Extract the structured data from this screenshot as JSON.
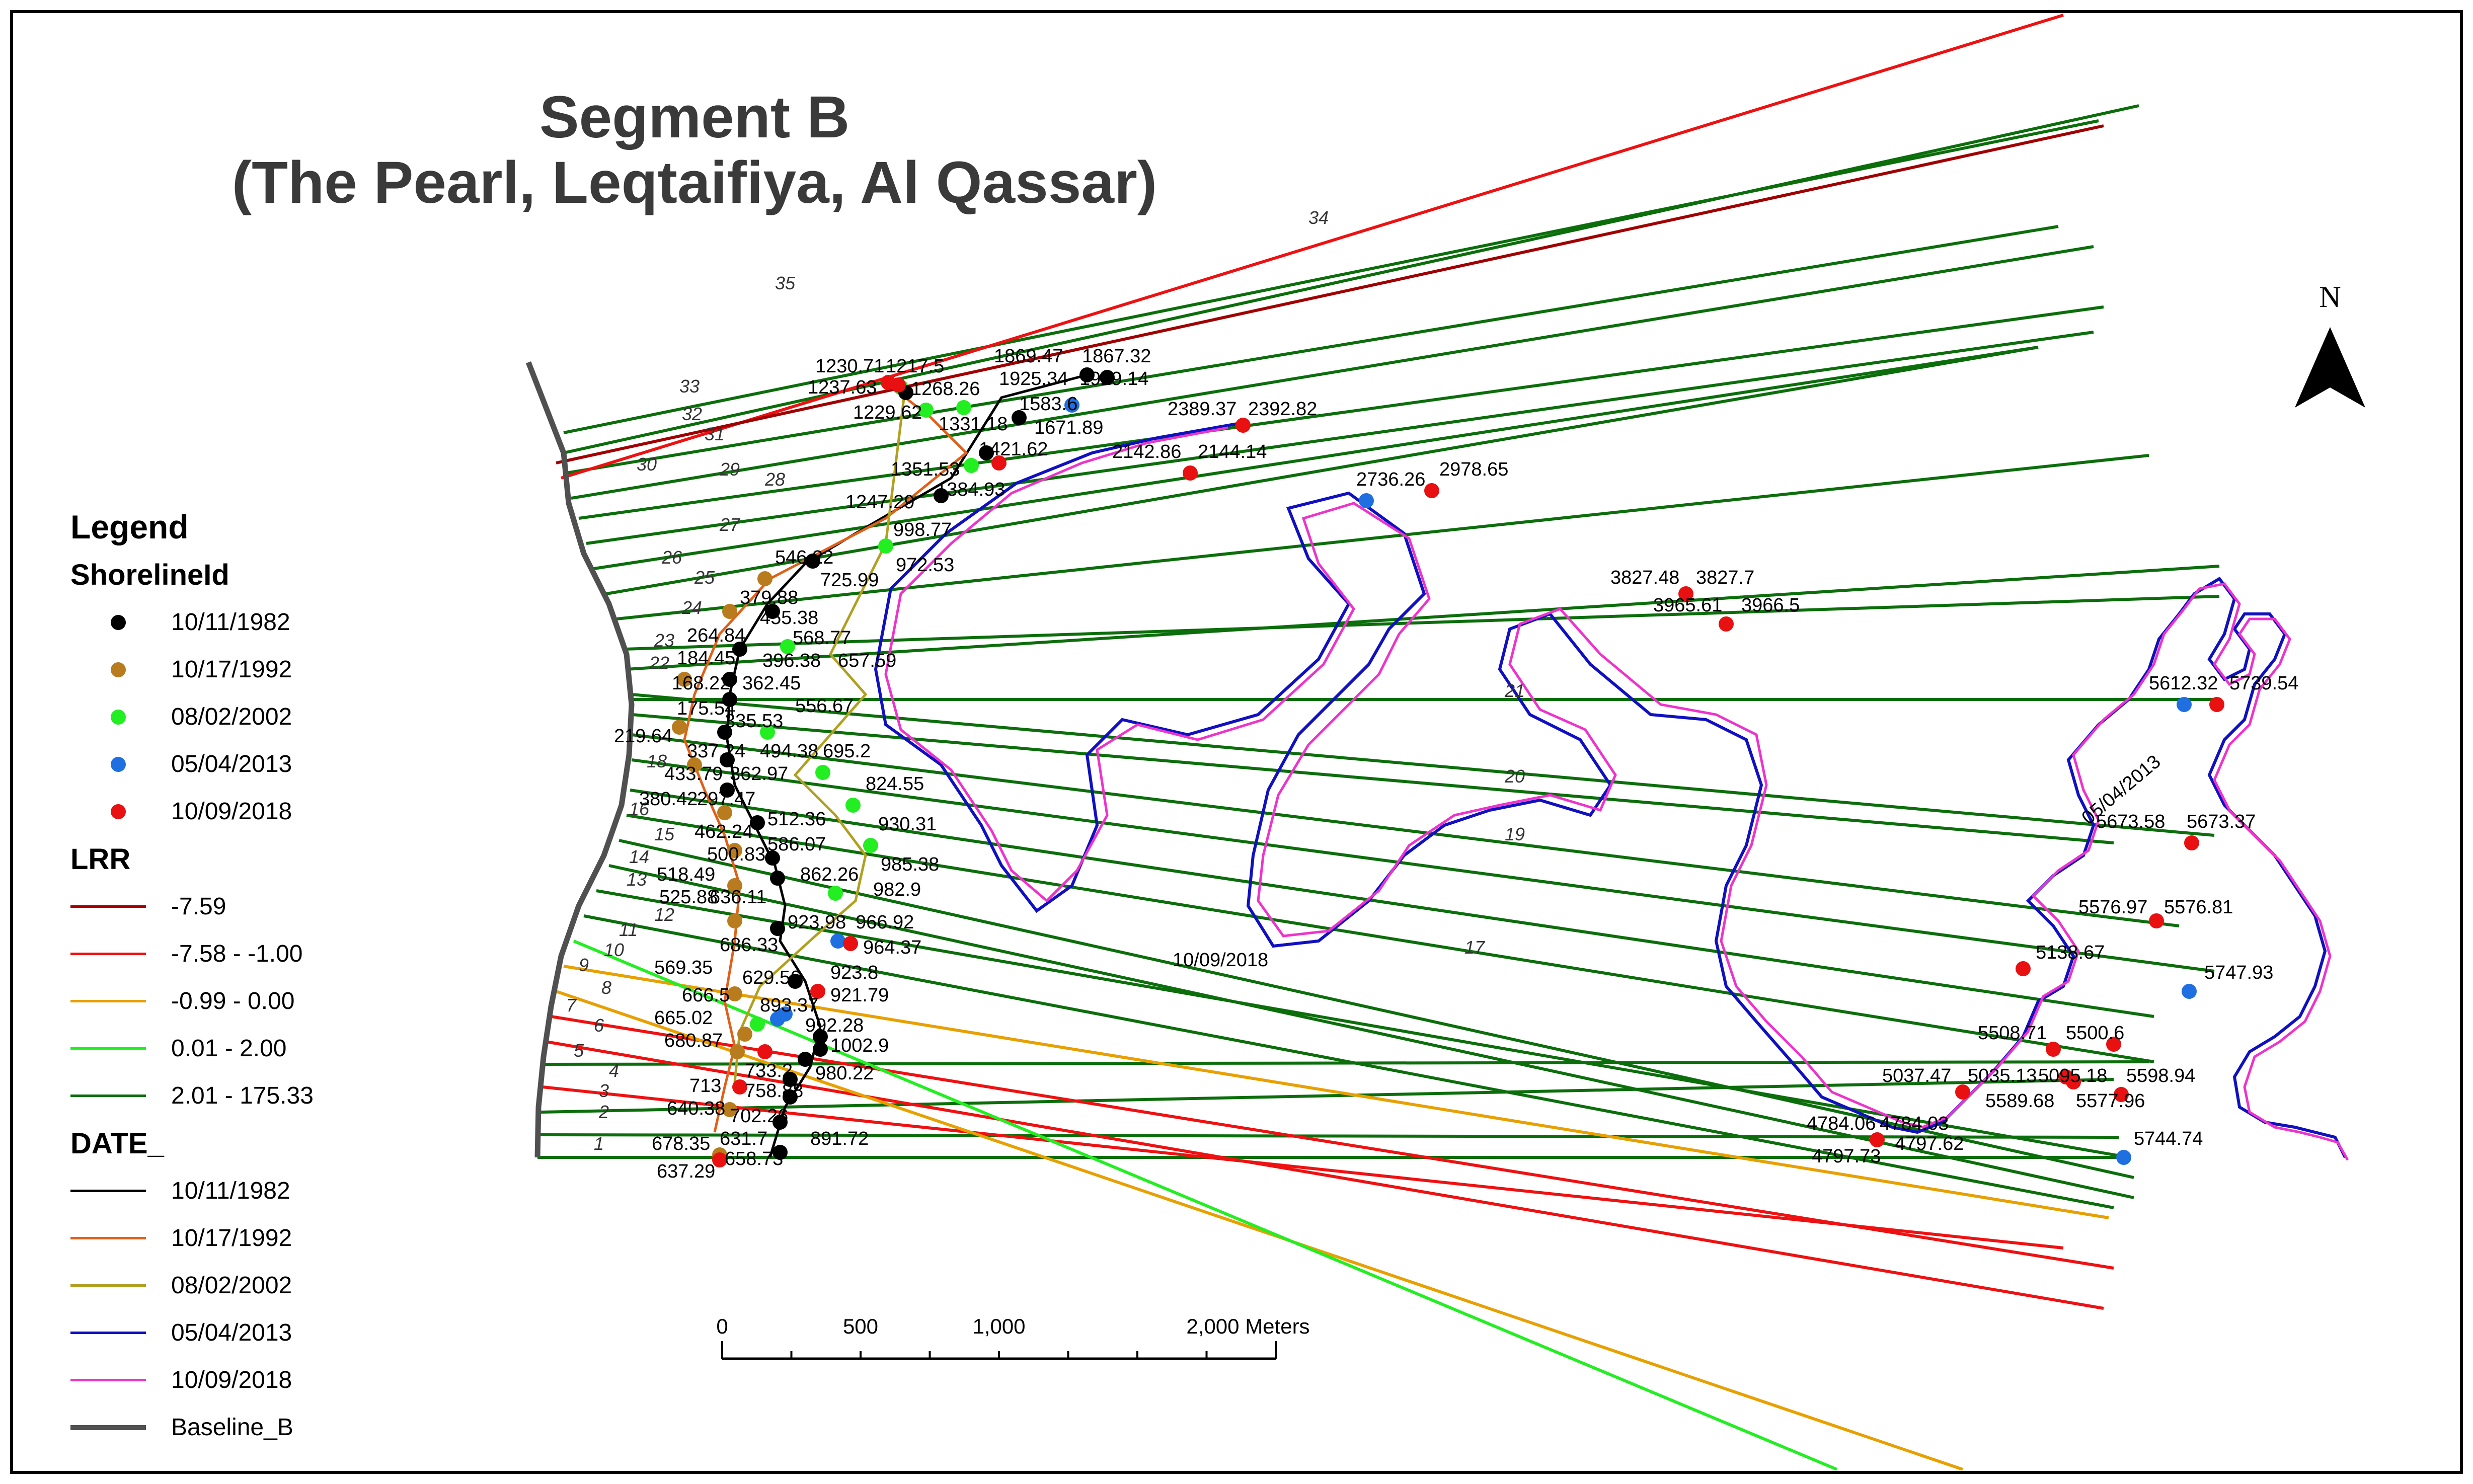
{
  "title": {
    "line1": "Segment B",
    "line2": "(The Pearl, Leqtaifiya, Al Qassar)"
  },
  "north_arrow": {
    "label": "N",
    "icon": "north-arrow-icon"
  },
  "legend": {
    "heading": "Legend",
    "groups": [
      {
        "name": "ShorelineId",
        "kind": "point",
        "items": [
          {
            "label": "10/11/1982",
            "color": "#000000"
          },
          {
            "label": "10/17/1992",
            "color": "#b87c1e"
          },
          {
            "label": "08/02/2002",
            "color": "#22ee22"
          },
          {
            "label": "05/04/2013",
            "color": "#1f6fe0"
          },
          {
            "label": "10/09/2018",
            "color": "#e81010"
          }
        ]
      },
      {
        "name": "LRR",
        "kind": "line",
        "items": [
          {
            "label": "-7.59",
            "color": "#a00000"
          },
          {
            "label": "-7.58 - -1.00",
            "color": "#ee1111"
          },
          {
            "label": "-0.99 - 0.00",
            "color": "#e8a000"
          },
          {
            "label": "0.01 - 2.00",
            "color": "#22ee22"
          },
          {
            "label": "2.01 - 175.33",
            "color": "#0b6e0b"
          }
        ]
      },
      {
        "name": "DATE_",
        "kind": "line",
        "items": [
          {
            "label": "10/11/1982",
            "color": "#000000"
          },
          {
            "label": "10/17/1992",
            "color": "#e0601a"
          },
          {
            "label": "08/02/2002",
            "color": "#b0a020"
          },
          {
            "label": "05/04/2013",
            "color": "#1010c0"
          },
          {
            "label": "10/09/2018",
            "color": "#ee33cc"
          }
        ]
      },
      {
        "name": "",
        "kind": "baseline",
        "items": [
          {
            "label": "Baseline_B",
            "color": "#505050"
          }
        ]
      }
    ]
  },
  "scale_bar": {
    "ticks": [
      "0",
      "500",
      "1,000",
      "2,000 Meters"
    ]
  },
  "transect_numbers": [
    "1",
    "2",
    "3",
    "4",
    "5",
    "6",
    "7",
    "8",
    "9",
    "10",
    "11",
    "12",
    "13",
    "14",
    "15",
    "16",
    "17",
    "18",
    "19",
    "20",
    "21",
    "22",
    "23",
    "24",
    "25",
    "26",
    "27",
    "28",
    "29",
    "30",
    "31",
    "32",
    "33",
    "34",
    "35"
  ],
  "map_labels": [
    "1230.71",
    "1217.5",
    "1237.63",
    "1268.26",
    "1229.62",
    "1869.47",
    "1867.32",
    "1925.34",
    "1929.14",
    "1583.6",
    "1671.89",
    "1331.18",
    "1421.62",
    "2389.37",
    "2392.82",
    "2142.86",
    "2144.14",
    "2736.26",
    "2978.65",
    "1351.53",
    "1384.93",
    "1247.29",
    "998.77",
    "546.22",
    "972.53",
    "725.99",
    "379.88",
    "455.38",
    "264.84",
    "568.77",
    "184.45",
    "396.38",
    "657.59",
    "168.22",
    "362.45",
    "175.54",
    "556.67",
    "335.53",
    "219.64",
    "337.24",
    "494.38",
    "695.2",
    "433.79",
    "362.97",
    "824.55",
    "380.42",
    "297.47",
    "512.36",
    "930.31",
    "462.24",
    "586.07",
    "500.83",
    "985.38",
    "518.49",
    "862.26",
    "525.88",
    "636.11",
    "982.9",
    "686.33",
    "923.98",
    "966.92",
    "964.37",
    "569.35",
    "923.8",
    "629.56",
    "921.79",
    "666.5",
    "893.37",
    "665.02",
    "992.28",
    "680.87",
    "1002.9",
    "733.2",
    "980.22",
    "713",
    "758.88",
    "640.38",
    "702.26",
    "678.35",
    "631.7",
    "891.72",
    "637.29",
    "658.73",
    "3827.48",
    "3827.7",
    "3965.61",
    "3966.5",
    "5612.32",
    "5739.54",
    "05/04/2013",
    "5673.58",
    "5673.37",
    "5576.97",
    "5576.81",
    "5138.67",
    "5747.93",
    "10/09/2018",
    "5508.71",
    "5500.6",
    "5037.47",
    "5035.13",
    "5095.18",
    "5598.94",
    "5589.68",
    "5577.96",
    "4784.06",
    "4784.03",
    "4797.62",
    "4797.73",
    "5744.74"
  ]
}
